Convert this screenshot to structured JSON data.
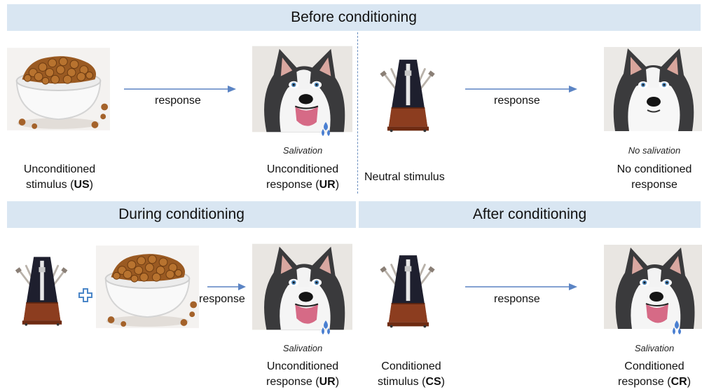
{
  "sections": {
    "before": "Before conditioning",
    "during": "During conditioning",
    "after": "After conditioning"
  },
  "arrow_label": "response",
  "labels": {
    "us_line1": "Unconditioned",
    "us_line2_pre": "stimulus (",
    "us_abbr": "US",
    "us_post": ")",
    "ur_italic": "Salivation",
    "ur_line1": "Unconditioned",
    "ur_line2_pre": "response (",
    "ur_abbr": "UR",
    "ur_post": ")",
    "neutral": "Neutral stimulus",
    "nocr_italic": "No salivation",
    "nocr_line1": "No conditioned",
    "nocr_line2": "response",
    "cs_line1": "Conditioned",
    "cs_line2_pre": "stimulus (",
    "cs_abbr": "CS",
    "cs_post": ")",
    "cr_italic": "Salivation",
    "cr_line1": "Conditioned",
    "cr_line2_pre": "response (",
    "cr_abbr": "CR",
    "cr_post": ")"
  },
  "colors": {
    "banner": "#d9e6f2",
    "arrow": "#5b84c4",
    "plus": "#4a86c8"
  },
  "icons": [
    "food-bowl-icon",
    "dog-icon",
    "metronome-icon",
    "plus-icon",
    "arrow-icon",
    "drool-icon"
  ]
}
